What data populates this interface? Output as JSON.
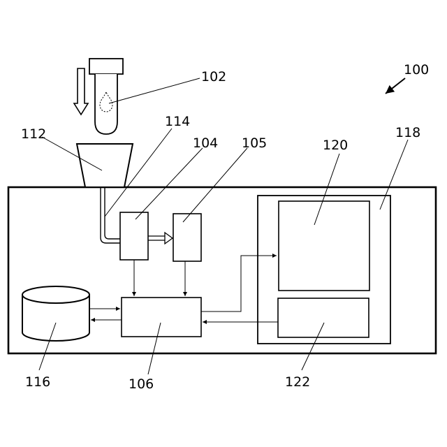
{
  "labels": {
    "system": "100",
    "sample_tube": "102",
    "sensor_a": "104",
    "sensor_b": "105",
    "processor": "106",
    "funnel": "112",
    "conduit": "114",
    "storage": "116",
    "display_device": "118",
    "display_screen": "120",
    "input_panel": "122"
  }
}
